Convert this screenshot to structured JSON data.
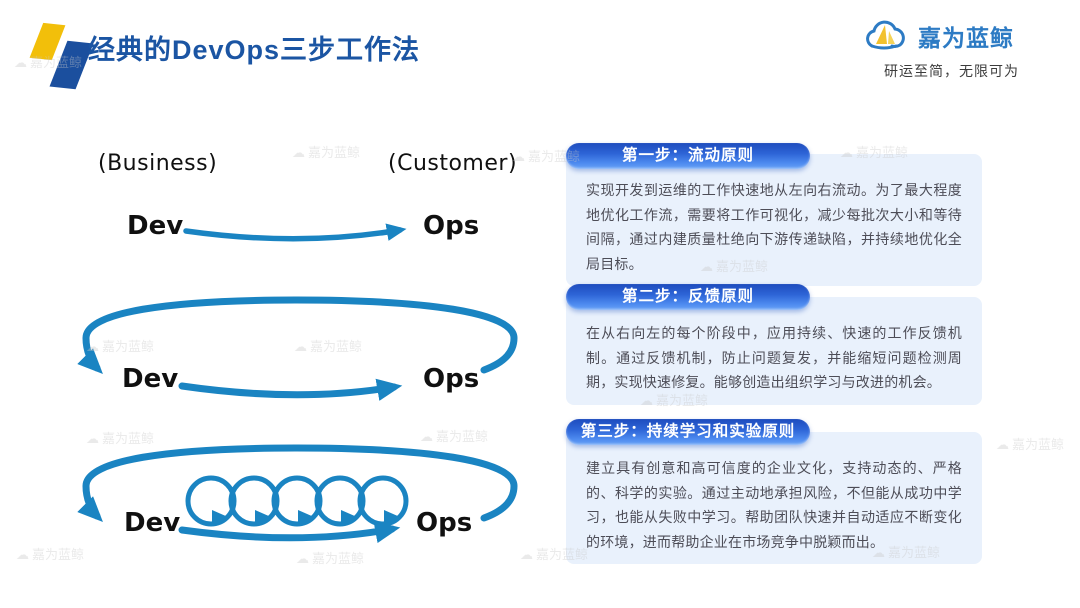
{
  "header": {
    "title": "经典的DevOps三步工作法"
  },
  "logo": {
    "name": "嘉为蓝鲸",
    "tagline": "研运至简，无限可为",
    "icon": "cloud-with-sail-icon"
  },
  "watermark": {
    "text": "嘉为蓝鲸"
  },
  "diagram": {
    "business_label": "(Business)",
    "customer_label": "(Customer)",
    "rows": [
      {
        "left": "Dev",
        "right": "Ops"
      },
      {
        "left": "Dev",
        "right": "Ops"
      },
      {
        "left": "Dev",
        "right": "Ops"
      }
    ]
  },
  "steps": [
    {
      "title": "第一步：流动原则",
      "body": "实现开发到运维的工作快速地从左向右流动。为了最大程度地优化工作流，需要将工作可视化，减少每批次大小和等待间隔，通过内建质量杜绝向下游传递缺陷，并持续地优化全局目标。"
    },
    {
      "title": "第二步：反馈原则",
      "body": "在从右向左的每个阶段中，应用持续、快速的工作反馈机制。通过反馈机制，防止问题复发，并能缩短问题检测周期，实现快速修复。能够创造出组织学习与改进的机会。"
    },
    {
      "title": "第三步：持续学习和实验原则",
      "body": "建立具有创意和高可信度的企业文化，支持动态的、严格的、科学的实验。通过主动地承担风险，不但能从成功中学习，也能从失败中学习。帮助团队快速并自动适应不断变化的环境，进而帮助企业在市场竞争中脱颖而出。"
    }
  ],
  "colors": {
    "title_blue": "#1b55a3",
    "arrow_blue": "#1a84c2",
    "pill_gradient_top": "#1e4cbe",
    "pill_gradient_bottom": "#69a3f6",
    "panel_bg": "#e9f1fc",
    "body_text": "#4d4d57",
    "logo_blue": "#2d7bc4",
    "accent_yellow": "#f2bf0a"
  }
}
